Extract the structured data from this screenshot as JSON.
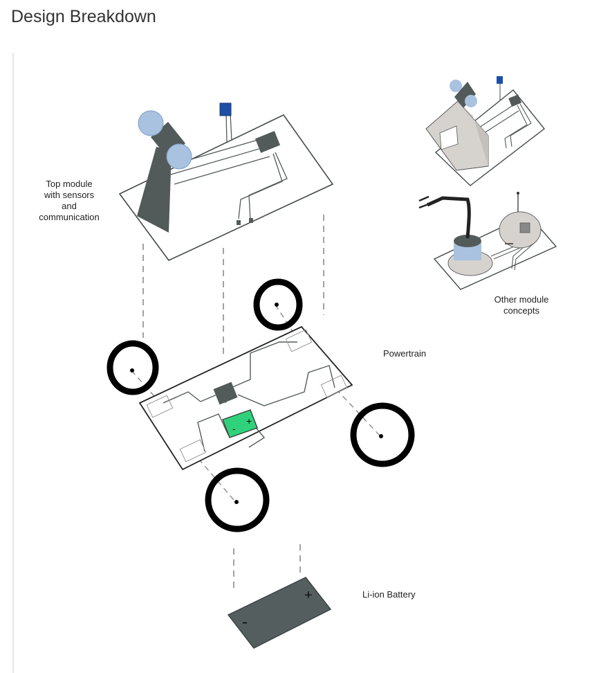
{
  "page": {
    "title": "Design Breakdown"
  },
  "labels": {
    "top_module": [
      "Top module",
      "with sensors",
      "and",
      "communication"
    ],
    "other_modules": [
      "Other module",
      "concepts"
    ],
    "powertrain": "Powertrain",
    "battery": "Li-ion Battery"
  },
  "battery_marks": {
    "plus": "+",
    "minus": "-"
  },
  "colors": {
    "outline": "#444a4a",
    "dark_module": "#535a5a",
    "sensor_blue": "#a8c2df",
    "antenna_blue": "#1e4fa6",
    "powertrain_battery": "#2fd27a",
    "battery_body": "#555e5e",
    "connector_dashes": "#8a8a8a",
    "wheel": "#000000",
    "concept_grey": "#d6d3cf"
  }
}
